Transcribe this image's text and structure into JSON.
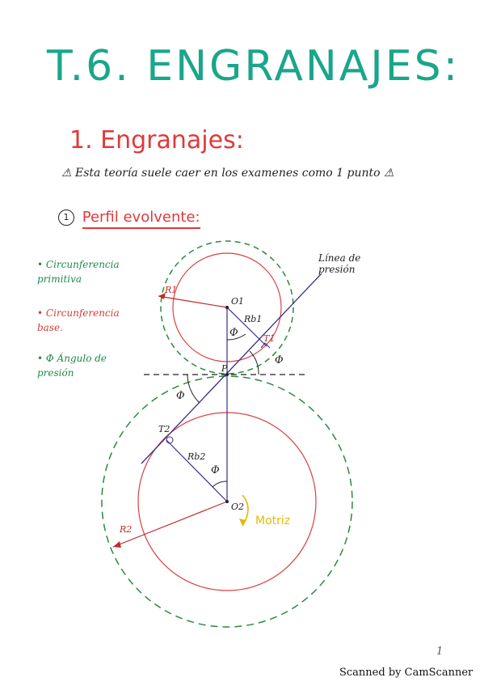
{
  "page": {
    "title": "T.6. ENGRANAJES:",
    "subtitle": "1. Engranajes:",
    "note": "⚠ Esta teoría suele caer en los examenes como 1 punto ⚠",
    "section_number": "1",
    "section_label": "Perfil evolvente:",
    "page_number": "1",
    "scanner_footer": "Scanned by CamScanner"
  },
  "legend": {
    "primitive": "• Circunferencia primitiva",
    "base": "• Circunferencia base.",
    "pressure_angle": "• Φ Ángulo de presión"
  },
  "diagram": {
    "line_of_pressure": "Línea de presión",
    "o1": "O1",
    "o2": "O2",
    "t1": "T1",
    "t2": "T2",
    "p": "P",
    "r1": "R1",
    "r2": "R2",
    "rb1": "Rb1",
    "rb2": "Rb2",
    "phi": "Φ",
    "motriz": "Motriz",
    "colors": {
      "primitive_circle": "#2a8a3c",
      "base_circle": "#d84040",
      "lines": "#3b2f86",
      "ink": "#222222",
      "motriz": "#e6b800"
    }
  }
}
